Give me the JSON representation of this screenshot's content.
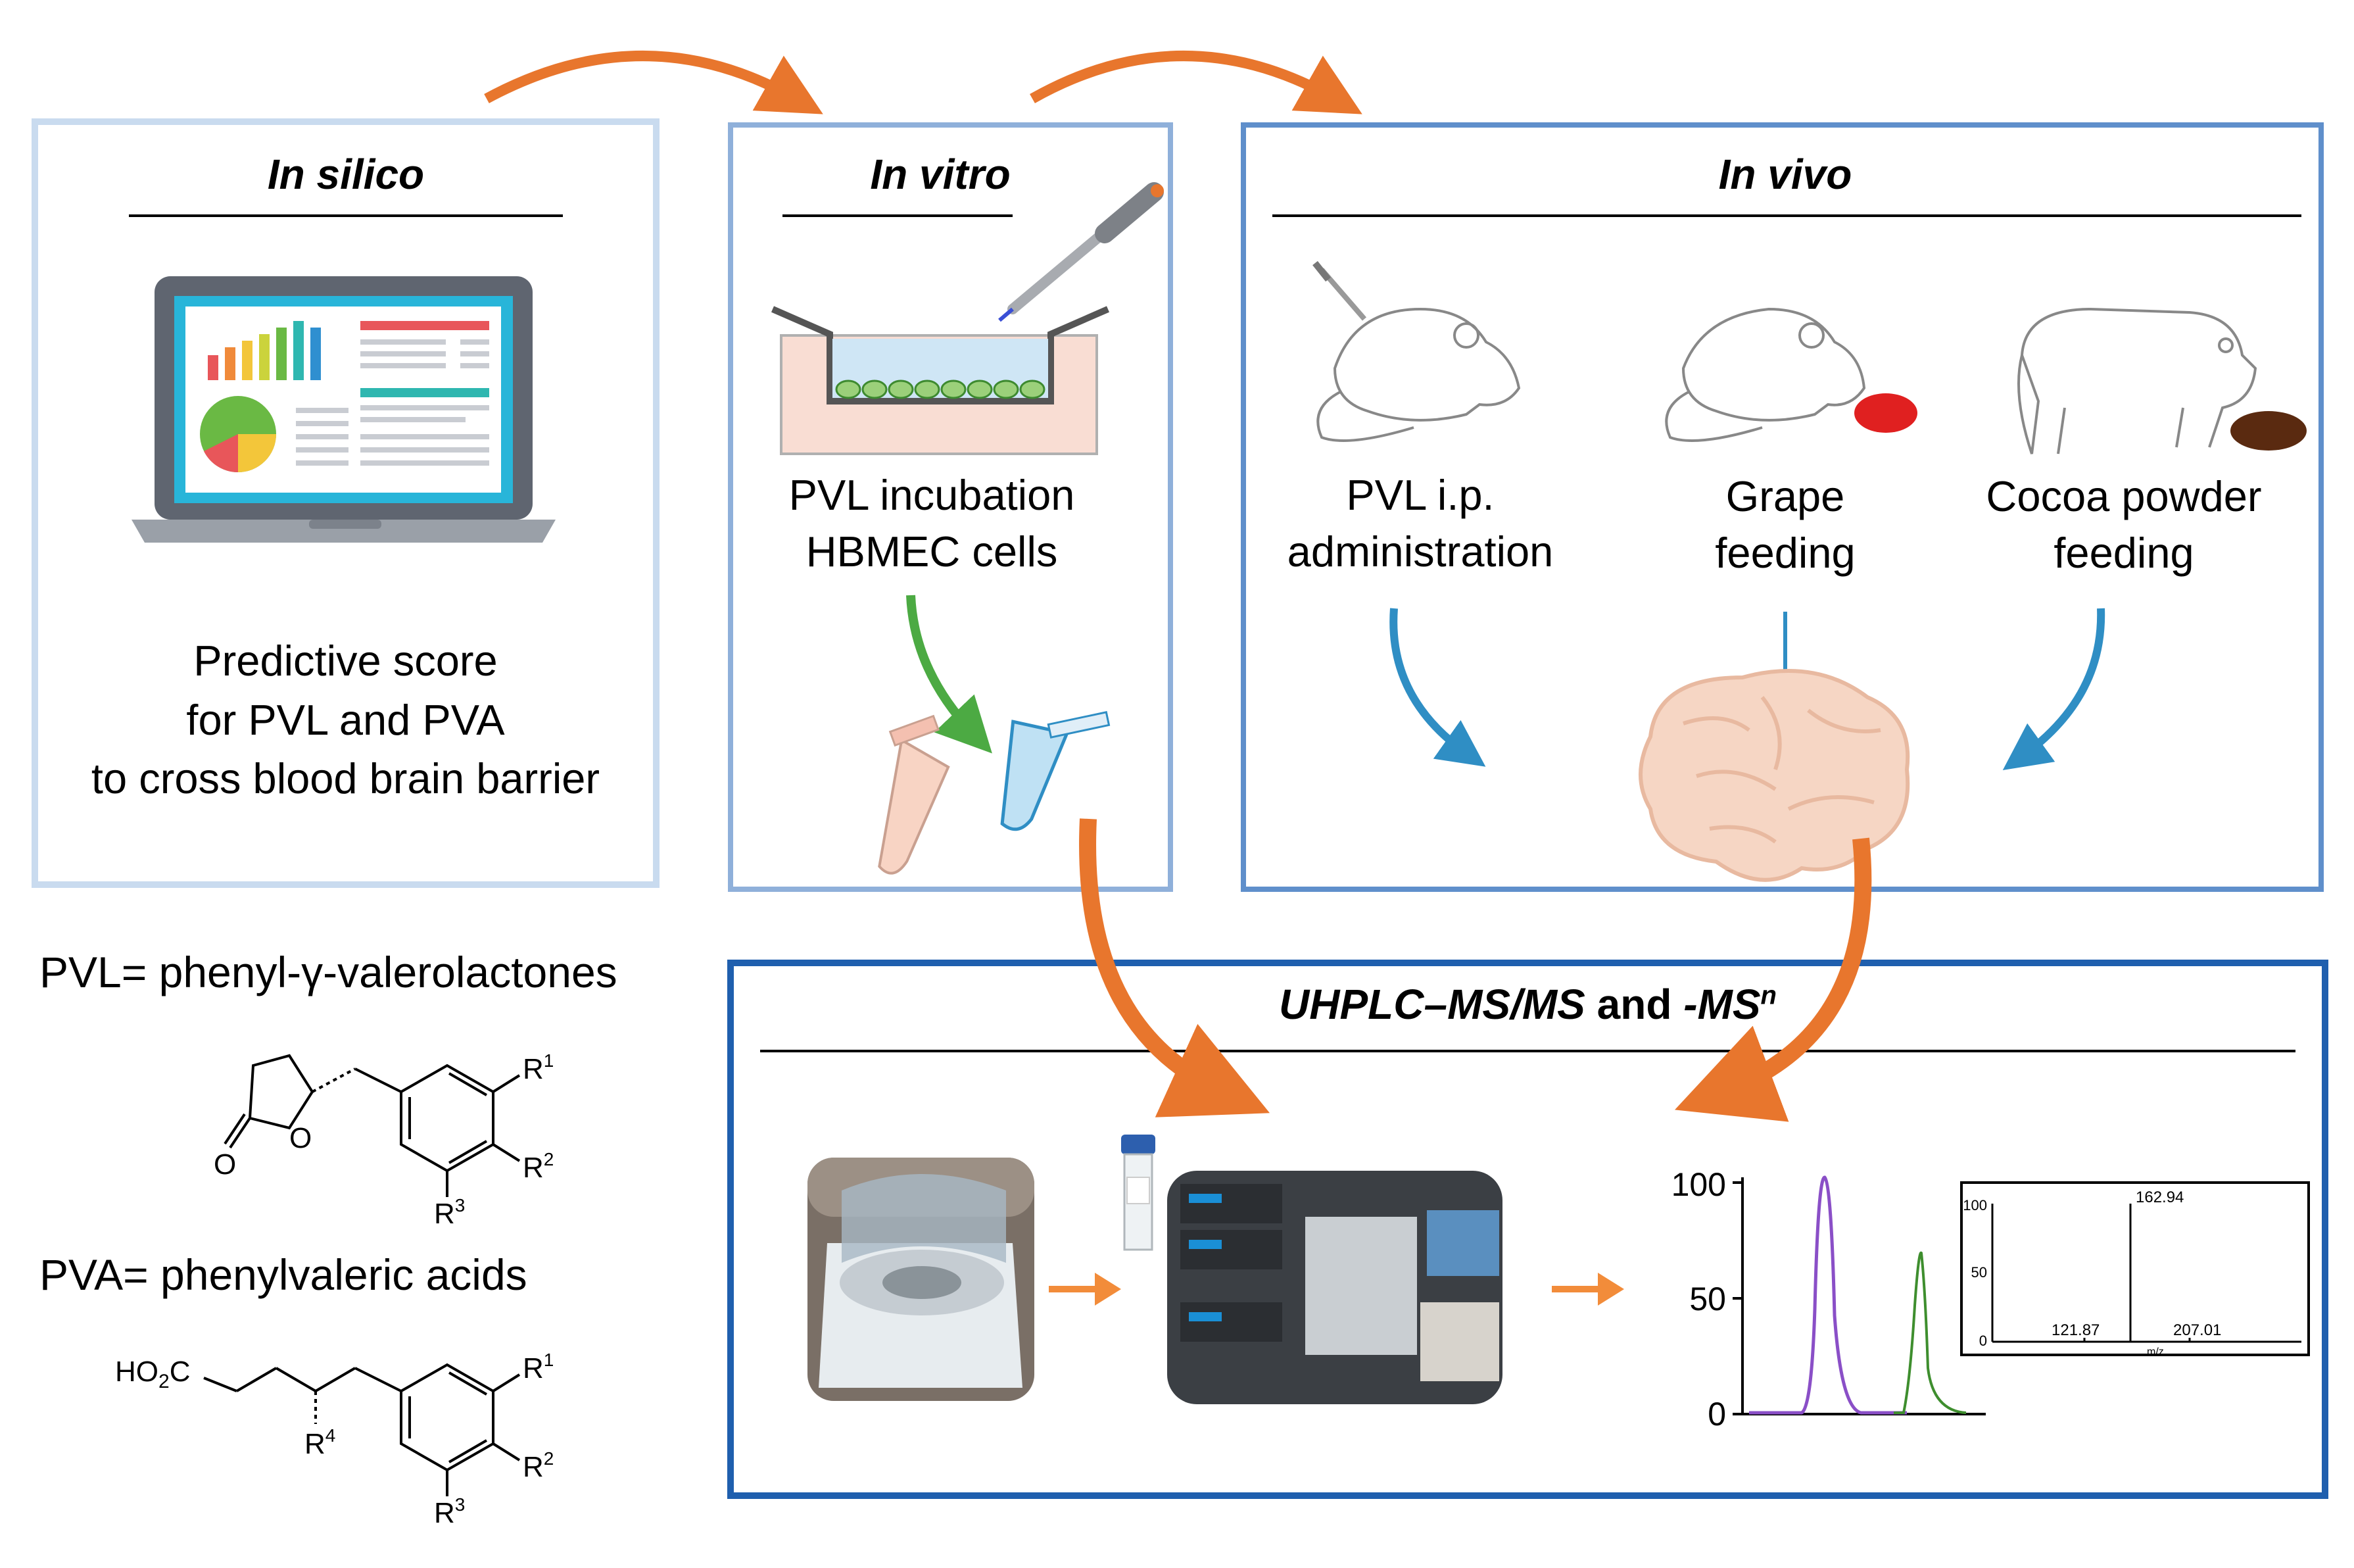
{
  "panels": {
    "in_silico": {
      "title": "In silico",
      "caption_lines": [
        "Predictive score",
        "for PVL and PVA",
        "to cross blood brain barrier"
      ]
    },
    "in_vitro": {
      "title": "In vitro",
      "caption_lines": [
        "PVL incubation",
        "HBMEC cells"
      ]
    },
    "in_vivo": {
      "title": "In vivo",
      "items": [
        {
          "lines": [
            "PVL i.p.",
            "administration"
          ]
        },
        {
          "lines": [
            "Grape",
            "feeding"
          ]
        },
        {
          "lines": [
            "Cocoa powder",
            "feeding"
          ]
        }
      ]
    },
    "analysis": {
      "title_main": "UHPLC–MS/MS",
      "title_and": " and ",
      "title_ms": "-MS",
      "title_sup": "n"
    }
  },
  "definitions": {
    "pvl": "PVL= phenyl-γ-valerolactones",
    "pva": "PVA= phenylvaleric acids"
  },
  "chem_labels": {
    "r1": "R",
    "r1_sup": "1",
    "r2": "R",
    "r2_sup": "2",
    "r3": "R",
    "r3_sup": "3",
    "r4": "R",
    "r4_sup": "4",
    "o_carbonyl": "O",
    "o_ring": "O",
    "ho2c": "HO",
    "ho2c_sub": "2",
    "ho2c_c": "C"
  },
  "chromatogram": {
    "y_ticks": [
      "100",
      "50",
      "0"
    ]
  },
  "ms_spectrum": {
    "y_ticks": [
      "100",
      "50",
      "0"
    ],
    "peaks": [
      {
        "mz": 121.87,
        "label": "121.87",
        "intensity": 2
      },
      {
        "mz": 162.94,
        "label": "162.94",
        "intensity": 100
      },
      {
        "mz": 207.01,
        "label": "207.01",
        "intensity": 2
      }
    ],
    "xlabel": "m/z"
  },
  "colors": {
    "arrow_orange": "#e8762d",
    "arrow_blue": "#2f8ec4",
    "arrow_green": "#4caa43",
    "purple_trace": "#8a4fc7",
    "green_trace": "#3e8e2e",
    "brain": "#f6d6c4"
  }
}
